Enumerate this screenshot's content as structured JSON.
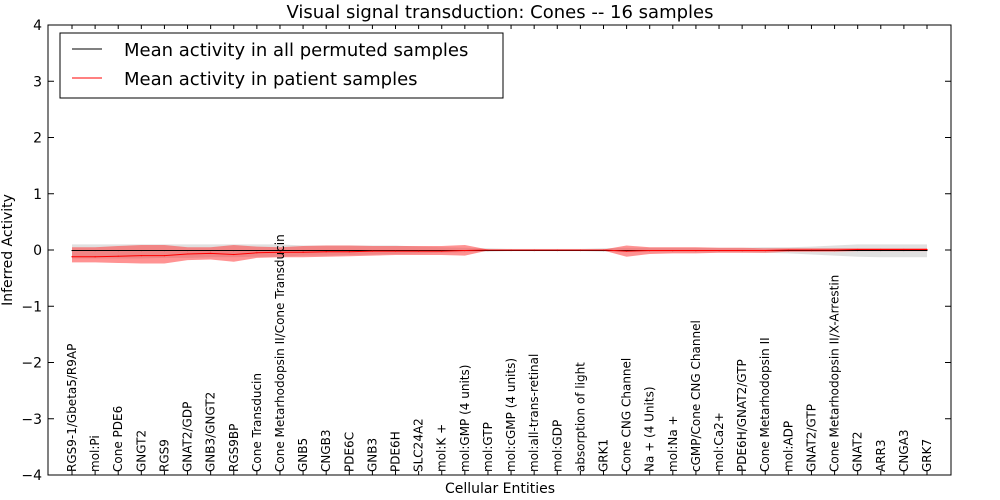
{
  "chart_data": {
    "type": "line",
    "title": "Visual signal transduction: Cones -- 16 samples",
    "xlabel": "Cellular Entities",
    "ylabel": "Inferred Activity",
    "ylim": [
      -4,
      4
    ],
    "yticks": [
      "4",
      "3",
      "2",
      "1",
      "0",
      "−1",
      "−2",
      "−3",
      "−4"
    ],
    "grid": false,
    "legend_position": "top-left",
    "categories": [
      "RGS9-1/Gbeta5/R9AP",
      "mol:Pi",
      "Cone PDE6",
      "GNGT2",
      "RGS9",
      "GNAT2/GDP",
      "GNB3/GNGT2",
      "RGS9BP",
      "Cone Transducin",
      "Cone Metarhodopsin II/Cone Transducin",
      "GNB5",
      "CNGB3",
      "PDE6C",
      "GNB3",
      "PDE6H",
      "SLC24A2",
      "mol:K +",
      "mol:GMP (4 units)",
      "mol:GTP",
      "mol:cGMP (4 units)",
      "mol:all-trans-retinal",
      "mol:GDP",
      "absorption of light",
      "GRK1",
      "Cone CNG Channel",
      "Na + (4 Units)",
      "mol:Na +",
      "cGMP/Cone CNG Channel",
      "mol:Ca2+",
      "PDE6H/GNAT2/GTP",
      "Cone Metarhodopsin II",
      "mol:ADP",
      "GNAT2/GTP",
      "Cone Metarhodopsin II/X-Arrestin",
      "GNAT2",
      "ARR3",
      "CNGA3",
      "GRK7"
    ],
    "series": [
      {
        "name": "Mean activity in all permuted samples",
        "color": "#000000",
        "band_color": "#bbbbbb",
        "values": [
          -0.01,
          -0.01,
          -0.01,
          -0.01,
          -0.01,
          -0.01,
          -0.01,
          -0.01,
          -0.01,
          -0.01,
          -0.01,
          -0.01,
          -0.01,
          -0.01,
          -0.01,
          -0.01,
          -0.01,
          -0.01,
          -0.01,
          -0.01,
          -0.01,
          -0.01,
          -0.01,
          -0.01,
          -0.01,
          -0.01,
          -0.01,
          -0.01,
          -0.01,
          -0.01,
          -0.01,
          -0.01,
          -0.01,
          -0.01,
          -0.01,
          -0.01,
          -0.01,
          -0.01
        ],
        "upper": [
          0.1,
          0.1,
          0.1,
          0.1,
          0.1,
          0.1,
          0.1,
          0.1,
          0.1,
          0.1,
          0.08,
          0.08,
          0.08,
          0.08,
          0.08,
          0.06,
          0.05,
          0.04,
          0.03,
          0.02,
          0.02,
          0.02,
          0.02,
          0.03,
          0.04,
          0.04,
          0.04,
          0.04,
          0.04,
          0.04,
          0.05,
          0.05,
          0.06,
          0.08,
          0.1,
          0.1,
          0.1,
          0.1
        ],
        "lower": [
          -0.15,
          -0.15,
          -0.15,
          -0.15,
          -0.14,
          -0.14,
          -0.13,
          -0.13,
          -0.12,
          -0.12,
          -0.1,
          -0.1,
          -0.09,
          -0.08,
          -0.07,
          -0.06,
          -0.05,
          -0.04,
          -0.03,
          -0.02,
          -0.02,
          -0.02,
          -0.02,
          -0.03,
          -0.04,
          -0.04,
          -0.04,
          -0.04,
          -0.04,
          -0.04,
          -0.05,
          -0.06,
          -0.08,
          -0.1,
          -0.12,
          -0.13,
          -0.13,
          -0.13
        ]
      },
      {
        "name": "Mean activity in patient samples",
        "color": "#ff0000",
        "band_color": "#ff3b3b",
        "values": [
          -0.12,
          -0.12,
          -0.11,
          -0.1,
          -0.1,
          -0.07,
          -0.06,
          -0.08,
          -0.05,
          -0.04,
          -0.04,
          -0.03,
          -0.03,
          -0.02,
          -0.02,
          -0.02,
          -0.02,
          -0.01,
          0.0,
          0.0,
          0.0,
          0.0,
          0.0,
          0.0,
          -0.02,
          -0.01,
          -0.01,
          -0.01,
          -0.01,
          -0.01,
          -0.01,
          0.0,
          0.0,
          0.0,
          0.01,
          0.01,
          0.01,
          0.01
        ],
        "upper": [
          0.05,
          0.05,
          0.07,
          0.09,
          0.09,
          0.05,
          0.05,
          0.09,
          0.06,
          0.05,
          0.07,
          0.08,
          0.08,
          0.07,
          0.07,
          0.07,
          0.07,
          0.09,
          0.01,
          0.01,
          0.01,
          0.01,
          0.01,
          0.01,
          0.08,
          0.05,
          0.05,
          0.05,
          0.04,
          0.04,
          0.03,
          0.03,
          0.03,
          0.03,
          0.03,
          0.03,
          0.03,
          0.03
        ],
        "lower": [
          -0.22,
          -0.22,
          -0.23,
          -0.24,
          -0.24,
          -0.18,
          -0.17,
          -0.21,
          -0.14,
          -0.13,
          -0.13,
          -0.12,
          -0.11,
          -0.1,
          -0.09,
          -0.09,
          -0.09,
          -0.1,
          -0.01,
          -0.01,
          -0.01,
          -0.01,
          -0.01,
          -0.01,
          -0.12,
          -0.07,
          -0.06,
          -0.06,
          -0.05,
          -0.05,
          -0.05,
          -0.03,
          -0.03,
          -0.03,
          -0.02,
          -0.02,
          -0.02,
          -0.02
        ]
      }
    ]
  }
}
